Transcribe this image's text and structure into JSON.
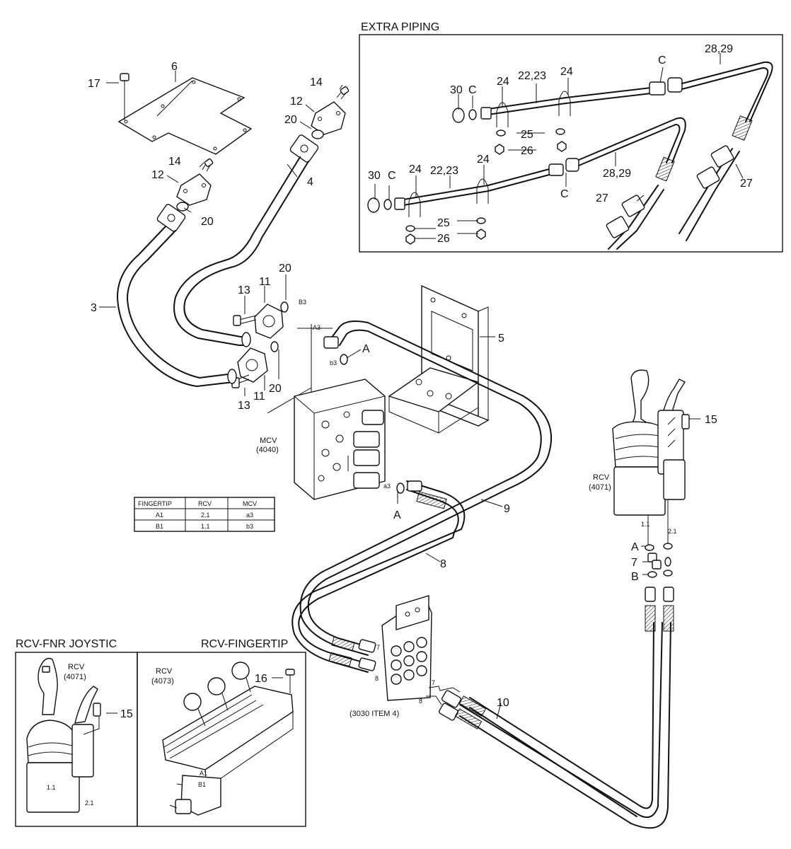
{
  "sections": {
    "extra_piping": "EXTRA PIPING",
    "rcv_fnr": "RCV-FNR JOYSTIC",
    "rcv_fingertip": "RCV-FINGERTIP"
  },
  "extra_labels": {
    "p30a": "30",
    "ca": "C",
    "p24a": "24",
    "p2223a": "22,23",
    "p24b": "24",
    "cb": "C",
    "p2829a": "28,29",
    "p25a": "25",
    "p26a": "26",
    "p30b": "30",
    "cc": "C",
    "p24c": "24",
    "p2223b": "22,23",
    "p24d": "24",
    "p2829b": "28,29",
    "cd": "C",
    "p27a": "27",
    "p27b": "27",
    "p25b": "25",
    "p26b": "26"
  },
  "main_labels": {
    "p17": "17",
    "p6": "6",
    "p14a": "14",
    "p12a": "12",
    "p20a": "20",
    "p14b": "14",
    "p12b": "12",
    "p20b": "20",
    "p4": "4",
    "p3": "3",
    "p13a": "13",
    "p11a": "11",
    "p20c": "20",
    "p13b": "13",
    "p11b": "11",
    "p20d": "20",
    "p5": "5",
    "pA1": "A",
    "pA2": "A",
    "p9": "9",
    "p8": "8",
    "p15a": "15",
    "pAr": "A",
    "p7r": "7",
    "pBr": "B",
    "p10": "10",
    "p16": "16",
    "p15b": "15"
  },
  "port_labels": {
    "b3top": "B3",
    "a3top": "A3",
    "b3": "b3",
    "a3": "a3",
    "r11": "1.1",
    "r21": "2.1",
    "j11": "1.1",
    "j21": "2.1",
    "fA1": "A1",
    "fB1": "B1",
    "t7a": "7",
    "t8a": "8",
    "t7b": "7",
    "t8b": "8"
  },
  "components": {
    "mcv": "MCV",
    "mcv_no": "(4040)",
    "rcv": "RCV",
    "rcv_no": "(4071)",
    "block": "(3030 ITEM 4)",
    "jrcv": "RCV",
    "jrcv_no": "(4071)",
    "frcv": "RCV",
    "frcv_no": "(4073)"
  },
  "port_table": {
    "headers": [
      "FINGERTIP",
      "RCV",
      "MCV"
    ],
    "rows": [
      [
        "A1",
        "2.1",
        "a3"
      ],
      [
        "B1",
        "1.1",
        "b3"
      ]
    ]
  }
}
